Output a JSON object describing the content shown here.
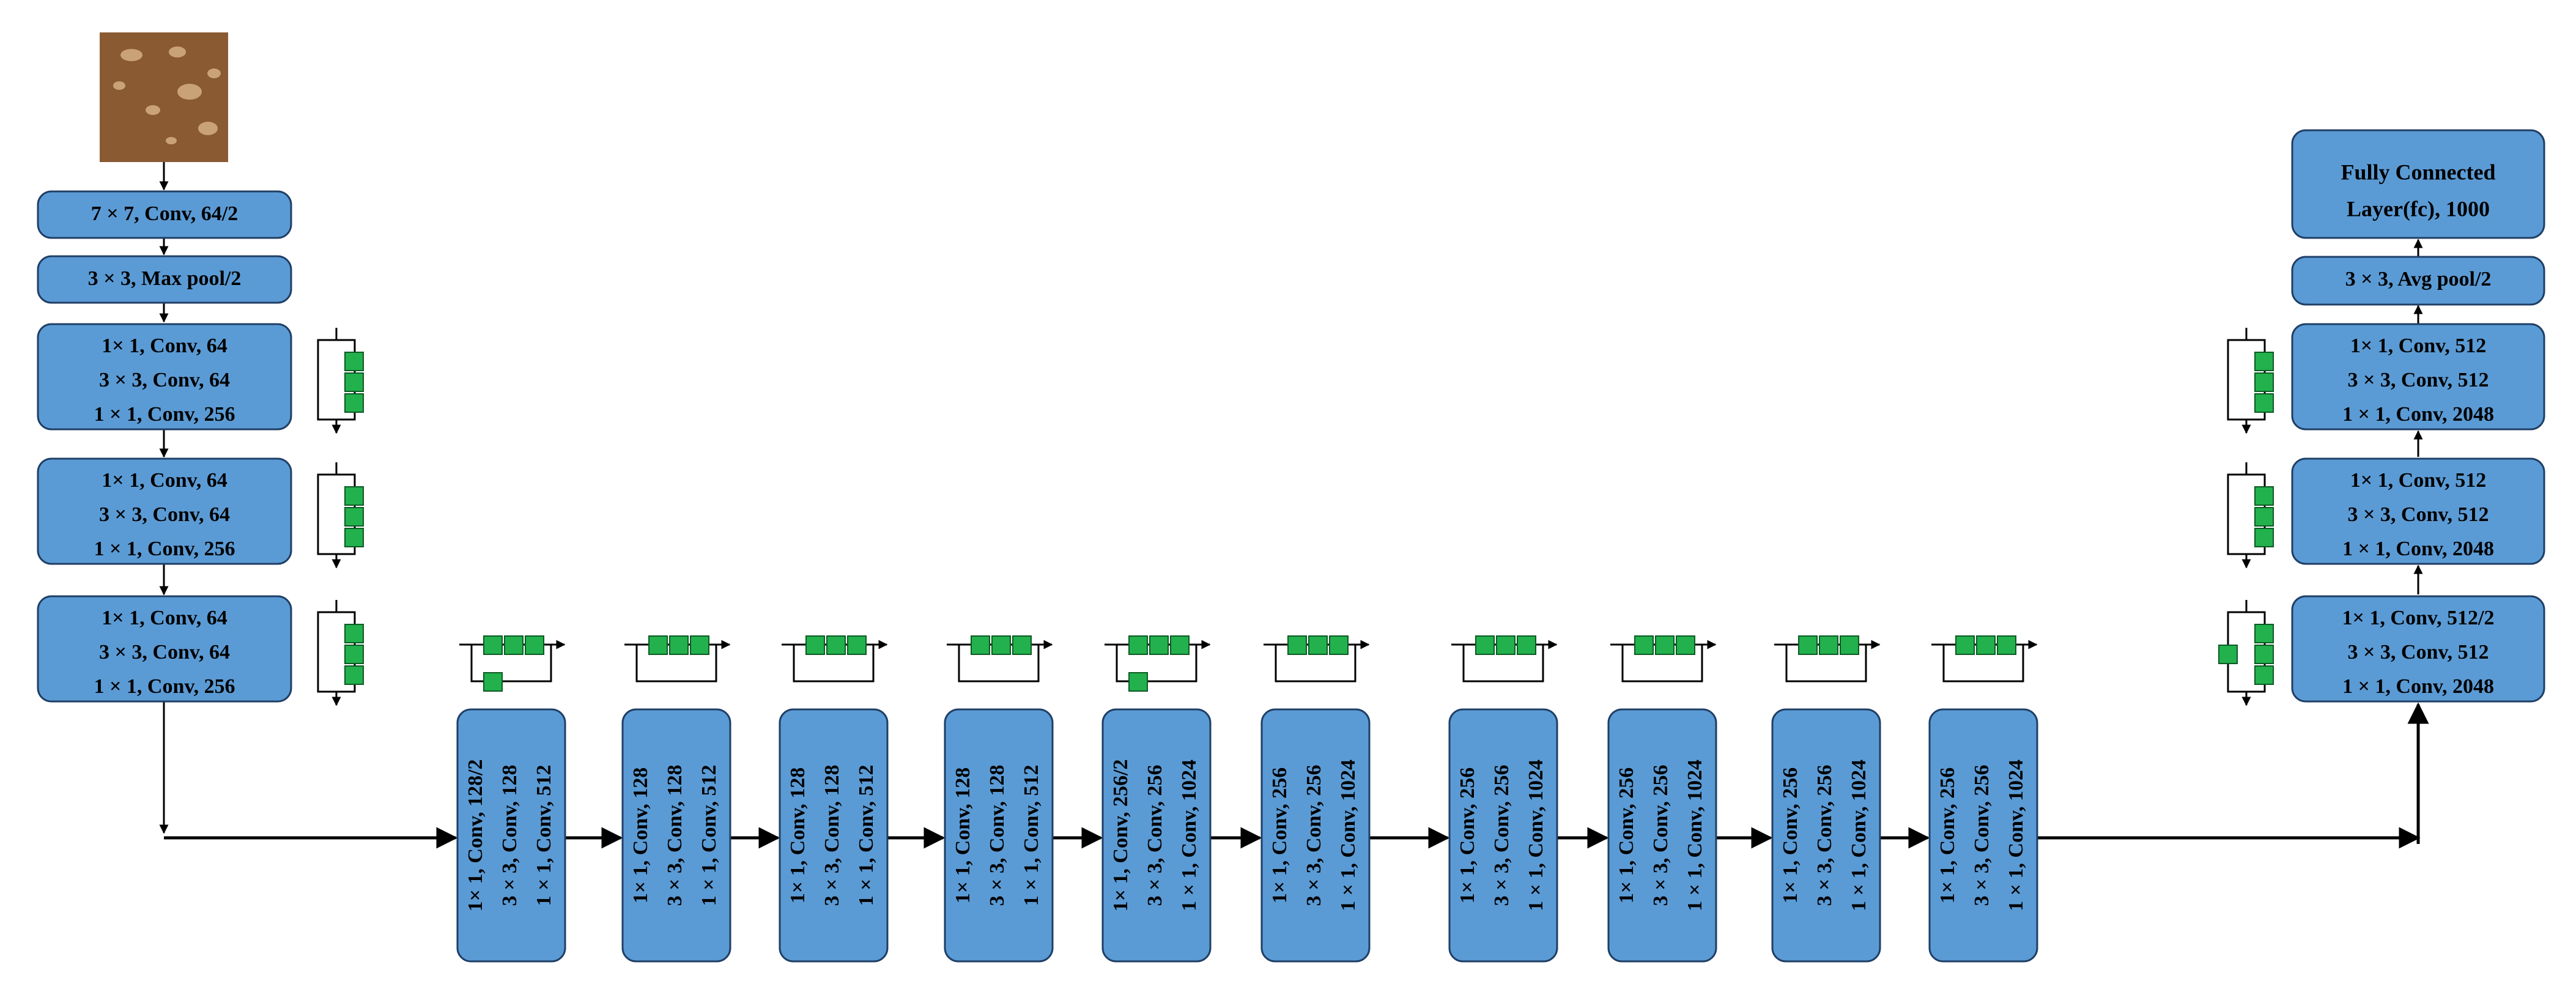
{
  "colors": {
    "block_fill": "#5b9bd5",
    "block_stroke": "#1f3f66",
    "green": "#22b14c",
    "green_stroke": "#0d5a24",
    "photo": "#8a5a32",
    "line": "#000000"
  },
  "stem": {
    "image": "input-image",
    "conv1": "7 × 7, Conv, 64/2",
    "pool1": "3 × 3, Max pool/2"
  },
  "stage1": [
    [
      "1× 1, Conv, 64",
      "3 × 3, Conv, 64",
      "1 × 1, Conv, 256"
    ],
    [
      "1× 1, Conv, 64",
      "3 × 3, Conv, 64",
      "1 × 1, Conv, 256"
    ],
    [
      "1× 1, Conv, 64",
      "3 × 3, Conv, 64",
      "1 × 1, Conv, 256"
    ]
  ],
  "stage_mid": [
    [
      "1× 1, Conv, 128/2",
      "3 × 3, Conv, 128",
      "1 × 1, Conv, 512"
    ],
    [
      "1× 1, Conv, 128",
      "3 × 3, Conv, 128",
      "1 × 1, Conv, 512"
    ],
    [
      "1× 1, Conv, 128",
      "3 × 3, Conv, 128",
      "1 × 1, Conv, 512"
    ],
    [
      "1× 1, Conv, 128",
      "3 × 3, Conv, 128",
      "1 × 1, Conv, 512"
    ],
    [
      "1× 1, Conv, 256/2",
      "3 × 3, Conv, 256",
      "1 × 1, Conv, 1024"
    ],
    [
      "1× 1, Conv, 256",
      "3 × 3, Conv, 256",
      "1 × 1, Conv, 1024"
    ],
    [
      "1× 1, Conv, 256",
      "3 × 3, Conv, 256",
      "1 × 1, Conv, 1024"
    ],
    [
      "1× 1, Conv, 256",
      "3 × 3, Conv, 256",
      "1 × 1, Conv, 1024"
    ],
    [
      "1× 1, Conv, 256",
      "3 × 3, Conv, 256",
      "1 × 1, Conv, 1024"
    ],
    [
      "1× 1, Conv, 256",
      "3 × 3, Conv, 256",
      "1 × 1, Conv, 1024"
    ]
  ],
  "stage_mid_projection": [
    true,
    false,
    false,
    false,
    true,
    false,
    false,
    false,
    false,
    false
  ],
  "stage4": [
    [
      "1× 1, Conv, 512/2",
      "3 × 3, Conv, 512",
      "1 × 1, Conv, 2048"
    ],
    [
      "1× 1, Conv, 512",
      "3 × 3, Conv, 512",
      "1 × 1, Conv, 2048"
    ],
    [
      "1× 1, Conv, 512",
      "3 × 3, Conv, 512",
      "1 × 1, Conv, 2048"
    ]
  ],
  "stage4_projection": [
    true,
    false,
    false
  ],
  "head": {
    "pool": "3 × 3, Avg pool/2",
    "fc_line1": "Fully Connected",
    "fc_line2": "Layer(fc), 1000"
  }
}
